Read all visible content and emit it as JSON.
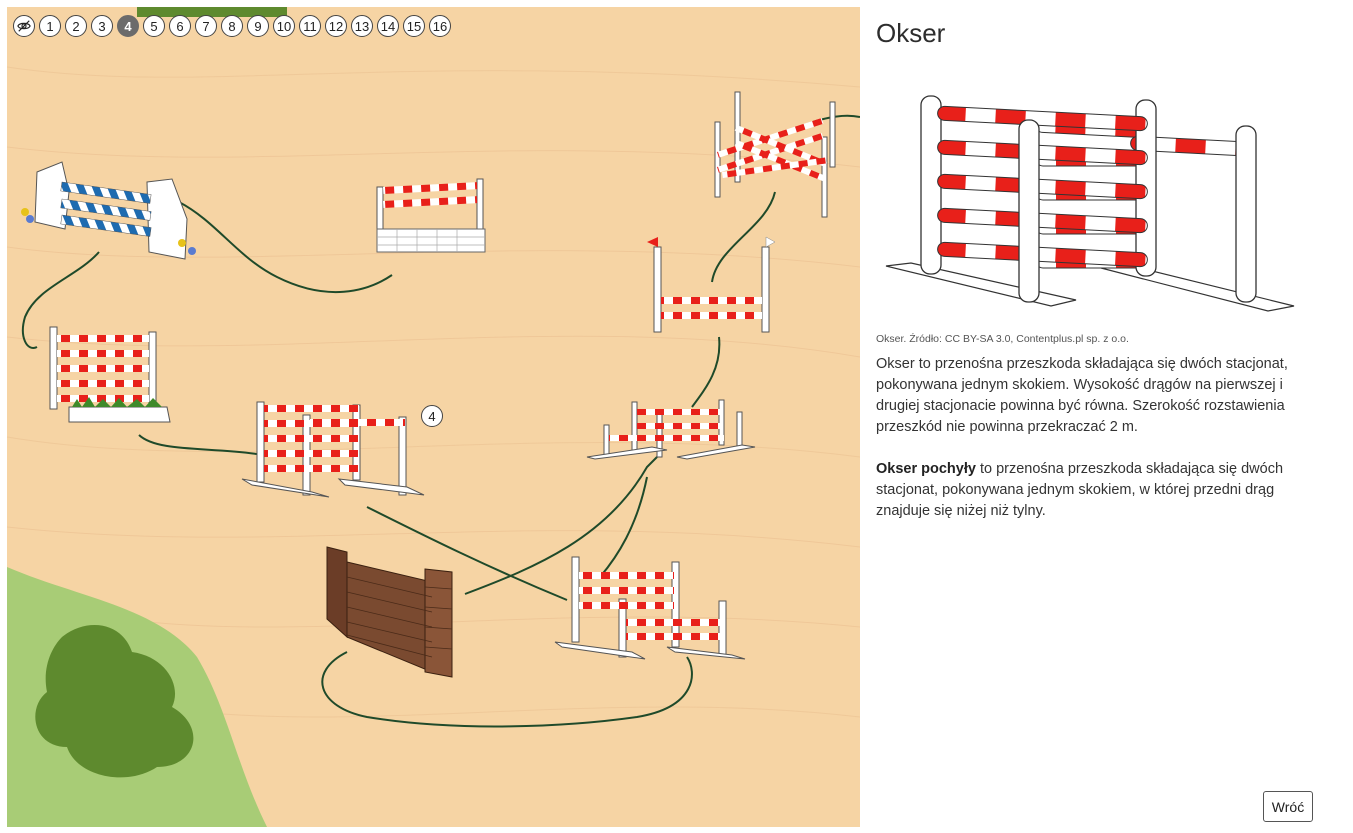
{
  "nav": {
    "hide_icon": "eye-slash-icon",
    "items": [
      "1",
      "2",
      "3",
      "4",
      "5",
      "6",
      "7",
      "8",
      "9",
      "10",
      "11",
      "12",
      "13",
      "14",
      "15",
      "16"
    ],
    "active": "4"
  },
  "map": {
    "marker_label": "4",
    "colors": {
      "sand": "#f6d4a4",
      "grass": "#a8cc76",
      "bush": "#5e8a2e",
      "track": "#1f4a2a",
      "pole_red": "#e8201a",
      "wall_brick": "#7a4a30"
    }
  },
  "panel": {
    "title": "Okser",
    "caption": "Okser. Źródło: CC BY-SA 3.0, Contentplus.pl sp. z o.o.",
    "paragraph1": "Okser to przenośna przeszkoda składająca się dwóch stacjonat, pokonywana jednym skokiem. Wysokość drągów na pierwszej i drugiej stacjonacie powinna być równa. Szerokość rozstawienia przeszkód nie powinna przekraczać 2 m.",
    "paragraph2_bold": "Okser pochyły",
    "paragraph2_rest": " to przenośna przeszkoda składająca się dwóch stacjonat, pokonywana jednym skokiem, w której przedni drąg znajduje się niżej niż tylny."
  },
  "footer": {
    "back_label": "Wróć"
  }
}
